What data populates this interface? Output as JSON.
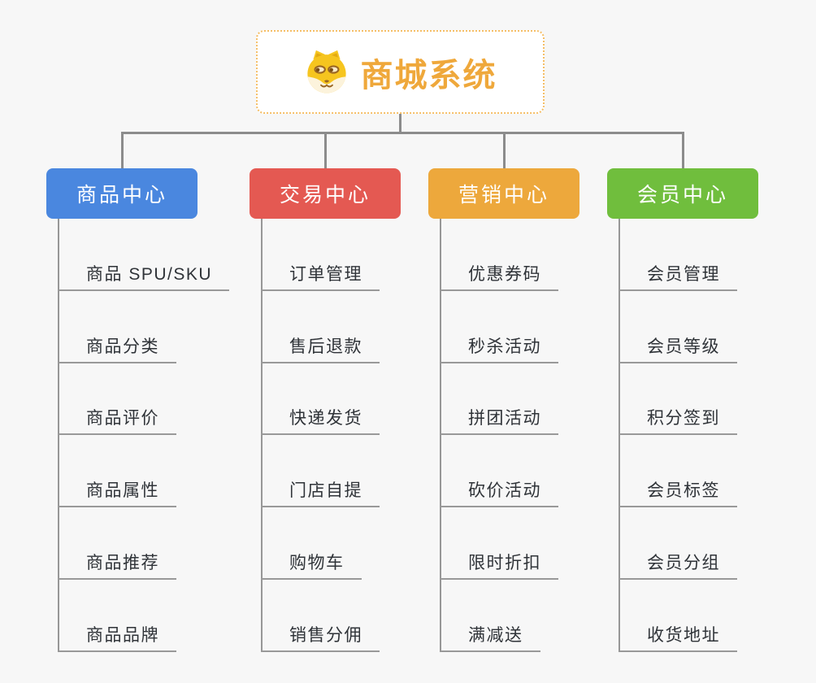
{
  "root": {
    "title": "商城系统",
    "icon": "shiba-dog-icon",
    "title_color": "#efa83b",
    "border_color": "#f5be66"
  },
  "colors": {
    "background": "#f7f7f7",
    "connector": "#8c8c8c",
    "leaf_underline": "#999999",
    "leaf_text": "#2f3338"
  },
  "branches": [
    {
      "label": "商品中心",
      "color": "#4a87df",
      "children": [
        "商品 SPU/SKU",
        "商品分类",
        "商品评价",
        "商品属性",
        "商品推荐",
        "商品品牌"
      ]
    },
    {
      "label": "交易中心",
      "color": "#e45952",
      "children": [
        "订单管理",
        "售后退款",
        "快递发货",
        "门店自提",
        "购物车",
        "销售分佣"
      ]
    },
    {
      "label": "营销中心",
      "color": "#eda83c",
      "children": [
        "优惠券码",
        "秒杀活动",
        "拼团活动",
        "砍价活动",
        "限时折扣",
        "满减送"
      ]
    },
    {
      "label": "会员中心",
      "color": "#70be3d",
      "children": [
        "会员管理",
        "会员等级",
        "积分签到",
        "会员标签",
        "会员分组",
        "收货地址"
      ]
    }
  ]
}
